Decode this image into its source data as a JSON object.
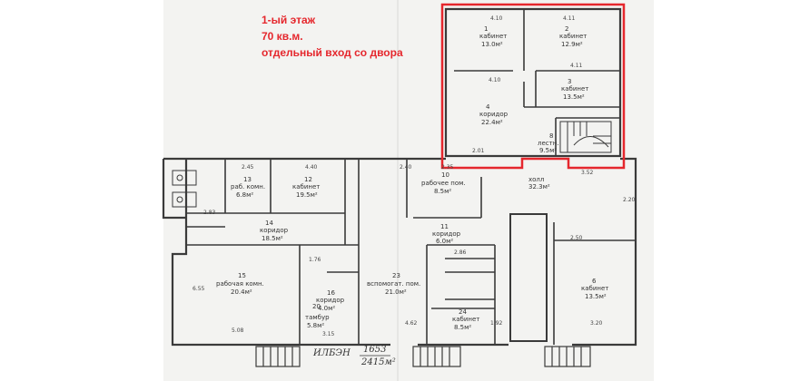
{
  "caption": {
    "floor": "1-ый этаж",
    "area": "70 кв.м.",
    "entrance": "отдельный вход со двора"
  },
  "colors": {
    "highlight": "#e5272d",
    "wall": "#3a3a3a",
    "paper": "#f3f3f1"
  },
  "rooms": {
    "r1": {
      "num": "1",
      "name": "кабинет",
      "area": "13.0м²"
    },
    "r2": {
      "num": "2",
      "name": "кабинет",
      "area": "12.9м²"
    },
    "r3": {
      "num": "3",
      "name": "кабинет",
      "area": "13.5м²"
    },
    "r4": {
      "num": "4",
      "name": "коридор",
      "area": "22.4м²"
    },
    "r8": {
      "num": "8",
      "name": "лестн.",
      "area": "9.5м²"
    },
    "r9": {
      "num": "",
      "name": "холл",
      "area": "32.3м²"
    },
    "r10": {
      "num": "10",
      "name": "рабочее пом.",
      "area": "8.5м²"
    },
    "r11": {
      "num": "11",
      "name": "коридор",
      "area": "6.0м²"
    },
    "r12": {
      "num": "12",
      "name": "кабинет",
      "area": "19.5м²"
    },
    "r13": {
      "num": "13",
      "name": "раб. комн.",
      "area": "6.8м²"
    },
    "r14": {
      "num": "14",
      "name": "коридор",
      "area": "18.5м²"
    },
    "r15": {
      "num": "15",
      "name": "рабочая комн.",
      "area": "20.4м²"
    },
    "r16": {
      "num": "16",
      "name": "коридор",
      "area": "4.0м²"
    },
    "r20": {
      "num": "20",
      "name": "тамбур",
      "area": "5.8м²"
    },
    "r23": {
      "num": "23",
      "name": "вспомогат. пом.",
      "area": "21.0м²"
    },
    "r24": {
      "num": "24",
      "name": "кабинет",
      "area": "8.5м²"
    },
    "r6": {
      "num": "6",
      "name": "кабинет",
      "area": "13.5м²"
    }
  },
  "dims": {
    "d1": "4.10",
    "d2": "4.11",
    "d3": "4.10",
    "d4": "4.11",
    "d5": "2.01",
    "d6": "2.35",
    "d7": "3.52",
    "d8": "2.40",
    "d9": "2.45",
    "d10": "4.40",
    "d11": "5.08",
    "d12": "3.15",
    "d13": "4.62",
    "d14": "1.92",
    "d15": "3.20",
    "d16": "2.50",
    "d17": "6.55",
    "d18": "2.83",
    "d19": "1.76",
    "d20": "2.86",
    "d21": "2.20"
  },
  "stamp": {
    "line1": "ИЛБЭН",
    "line2": "1653",
    "line3": "2415м²"
  }
}
